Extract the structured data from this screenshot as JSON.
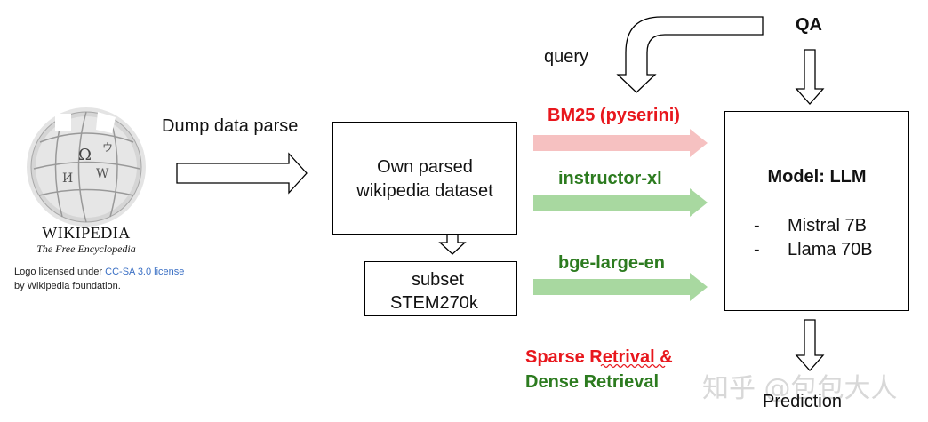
{
  "logo": {
    "wordmark": "WIKIPEDIA",
    "tagline": "The Free Encyclopedia",
    "license_prefix": "Logo licensed under",
    "license_link": "CC-SA 3.0 license",
    "license_suffix": "by Wikipedia foundation."
  },
  "labels": {
    "dump": "Dump data parse",
    "query": "query",
    "qa": "QA",
    "prediction": "Prediction"
  },
  "boxes": {
    "own_line1": "Own parsed",
    "own_line2": "wikipedia dataset",
    "subset_line1": "subset",
    "subset_line2": "STEM270k",
    "model_title": "Model: LLM",
    "model_item1": "Mistral 7B",
    "model_item2": "Llama 70B",
    "bullet": "-"
  },
  "retrievers": {
    "bm25": "BM25 (pyserini)",
    "instructor": "instructor-xl",
    "bge": "bge-large-en"
  },
  "caption": {
    "sparse": "Sparse Retrival &",
    "dense": "Dense Retrieval"
  },
  "watermark": "知乎 @包包大人",
  "colors": {
    "sparse_red": "#e8171d",
    "dense_green": "#2c7b1f",
    "pink_arrow": "#f6c1c1",
    "green_arrow": "#a8d8a0"
  }
}
